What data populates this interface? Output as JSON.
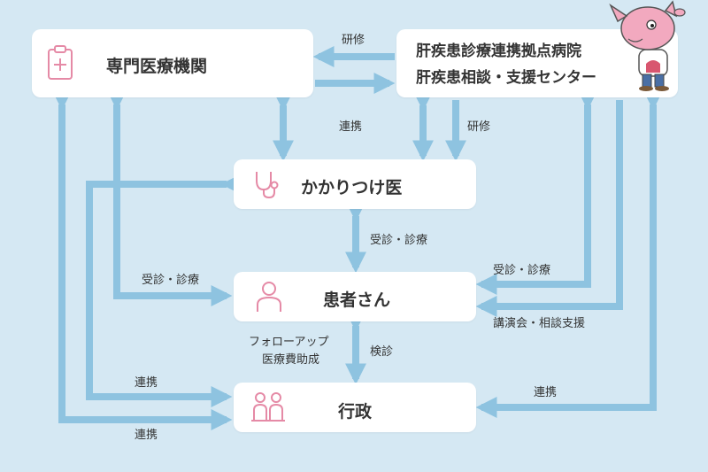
{
  "nodes": {
    "specialist": {
      "label": "専門医療機関",
      "icon": "clipboard-medical-icon"
    },
    "hub": {
      "line1": "肝疾患診療連携拠点病院",
      "line2": "肝疾患相談・支援センター",
      "icon": "rhino-mascot-icon"
    },
    "gp": {
      "label": "かかりつけ医",
      "icon": "stethoscope-icon"
    },
    "patient": {
      "label": "患者さん",
      "icon": "person-icon"
    },
    "gov": {
      "label": "行政",
      "icon": "people-icon"
    }
  },
  "edges": {
    "hub_to_specialist": "研修",
    "specialist_gp": "連携",
    "hub_to_gp": "研修",
    "gp_patient": "受診・診療",
    "specialist_patient": "受診・診療",
    "hub_patient_care": "受診・診療",
    "hub_patient_seminar": "講演会・相談支援",
    "gov_patient_followup_1": "フォローアップ",
    "gov_patient_followup_2": "医療費助成",
    "patient_gov_exam": "検診",
    "gp_gov_link": "連携",
    "specialist_gov_link": "連携",
    "hub_gov_link": "連携"
  },
  "colors": {
    "background": "#d5e8f3",
    "arrow": "#8ec3e0",
    "icon": "#e58aa6",
    "text": "#333333",
    "mascot": "#f2a9bf"
  }
}
